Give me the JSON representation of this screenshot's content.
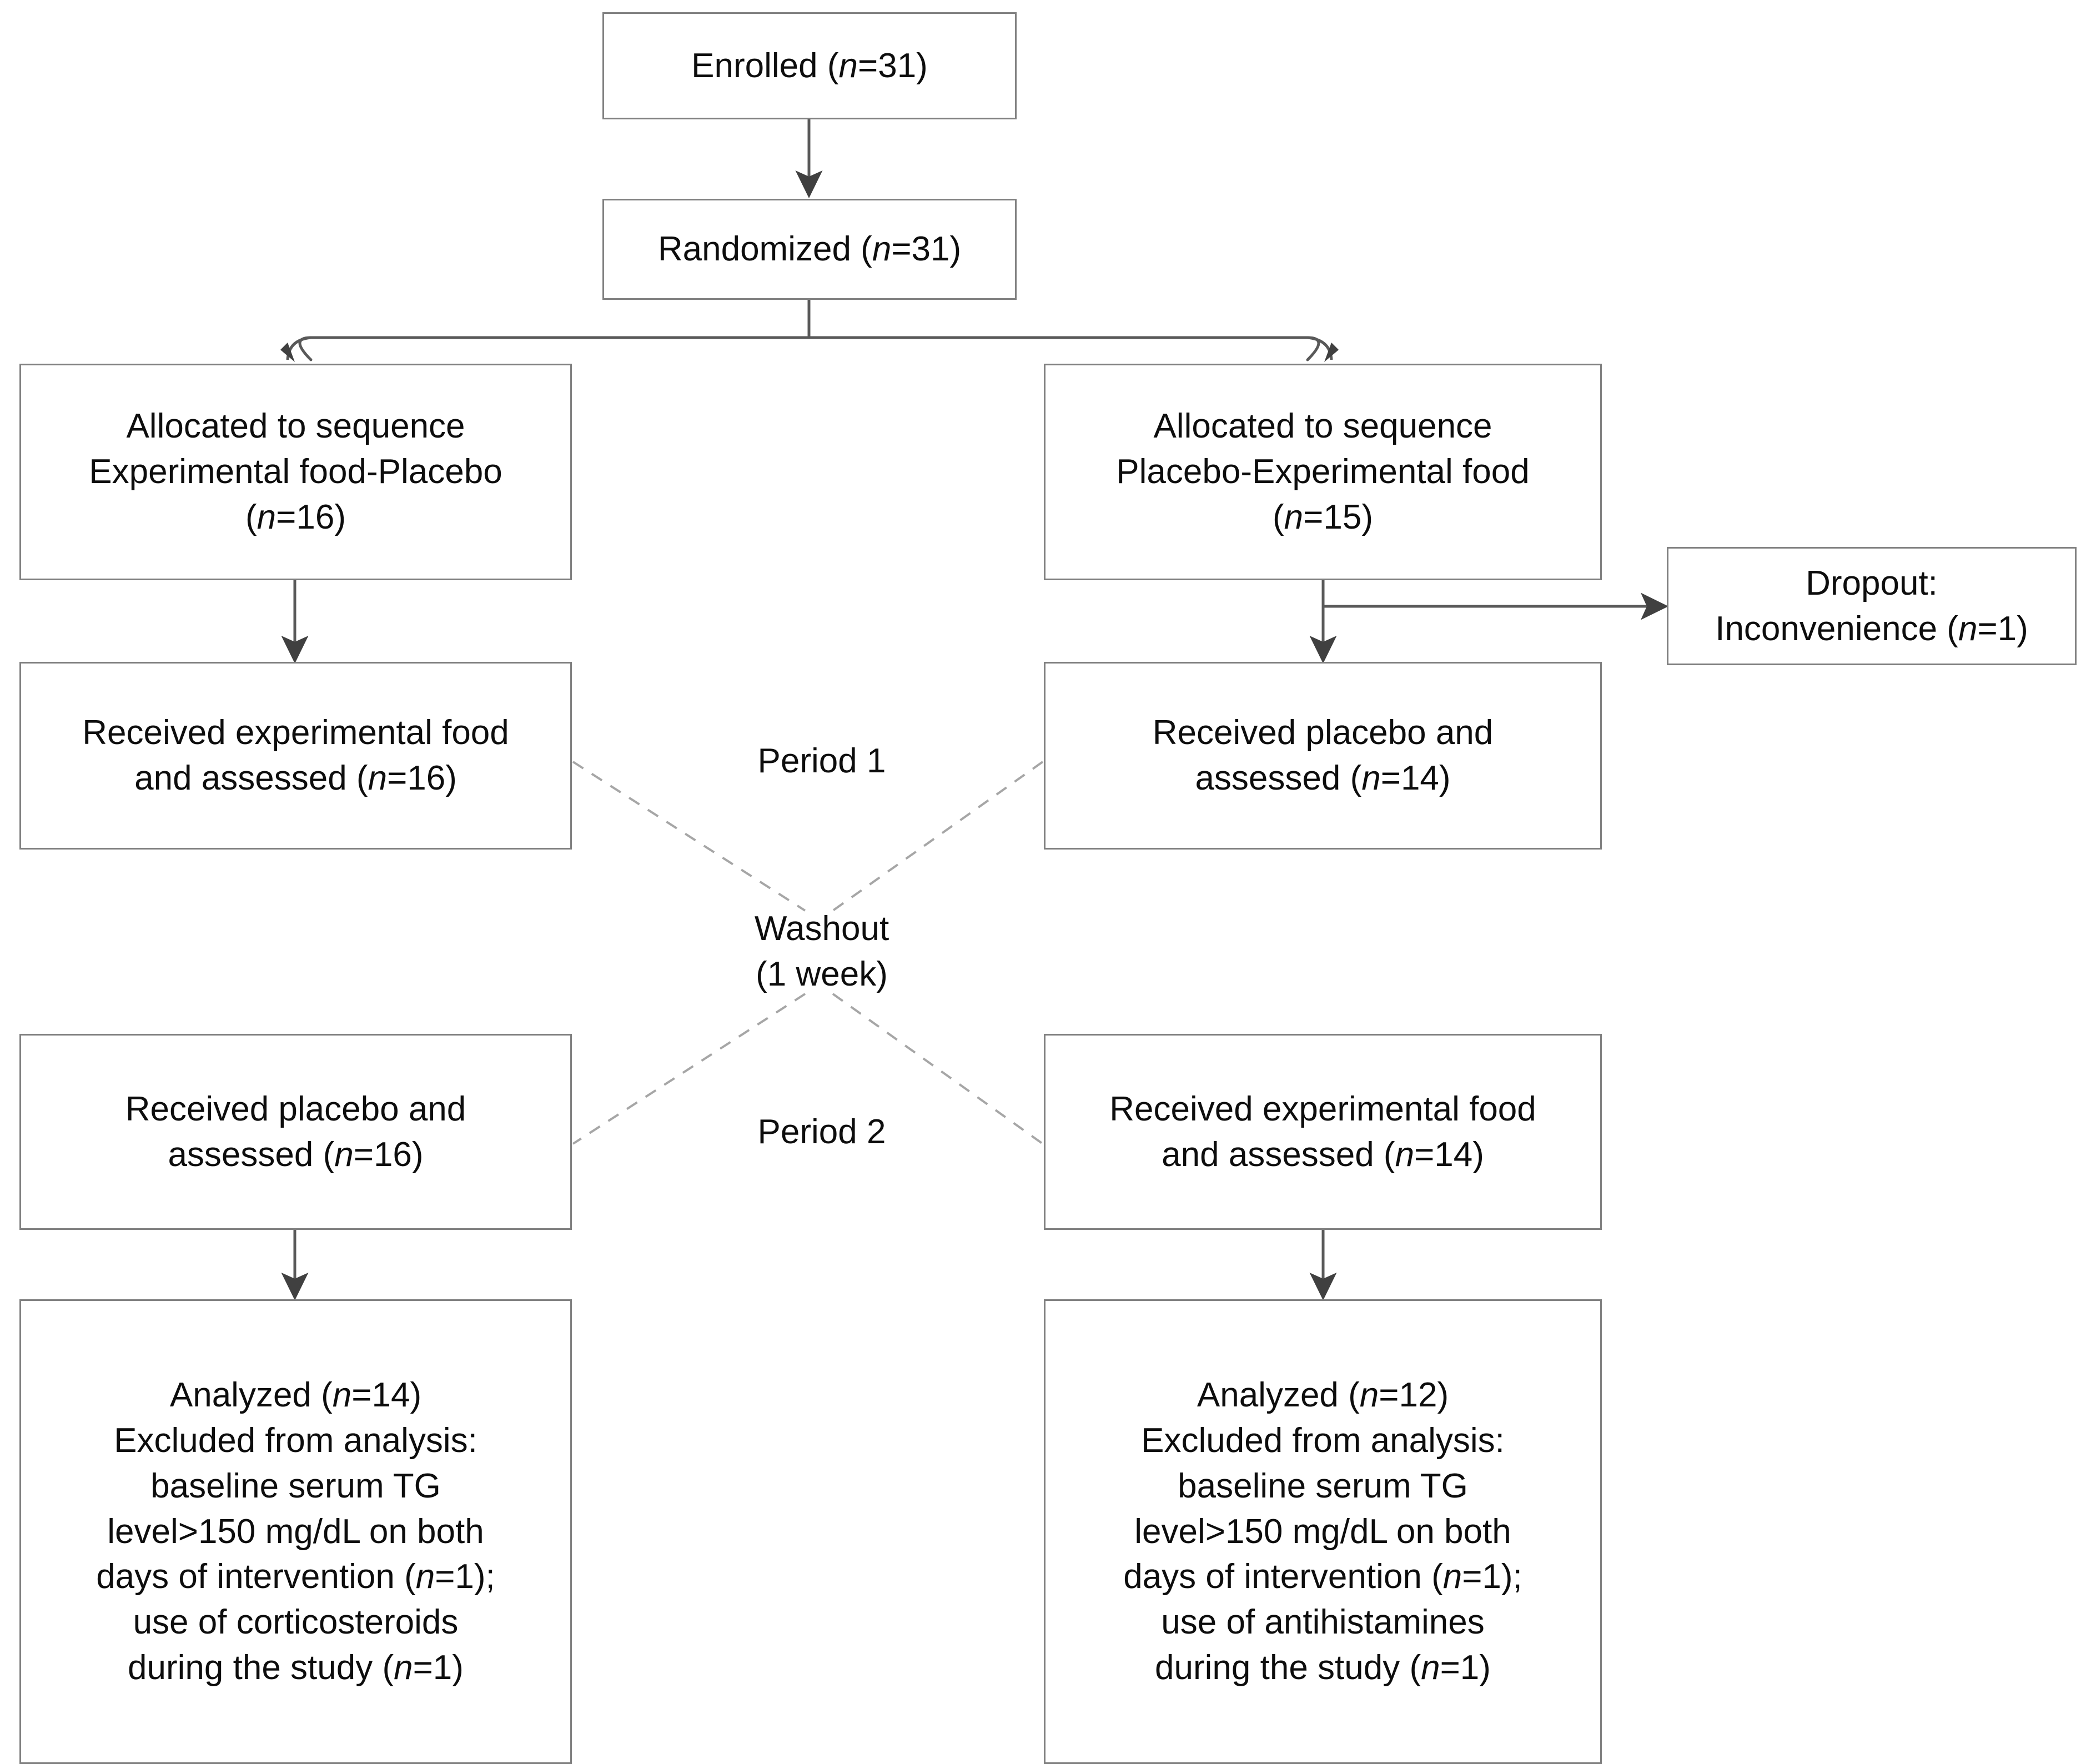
{
  "figure": {
    "kind": "CONSORT participant flow diagram",
    "style": {
      "box_border_color": "#808080",
      "text_color": "#0d0d0d",
      "connector_color": "#595959",
      "dashed_connector_color": "#a6a6a6",
      "background": "#ffffff"
    }
  },
  "nodes": {
    "enrolled": {
      "label": "Enrolled (n=31)",
      "n": 31
    },
    "randomized": {
      "label": "Randomized (n=31)",
      "n": 31
    },
    "alloc_left": {
      "label": "Allocated to sequence\nExperimental food-Placebo\n(n=16)",
      "n": 16
    },
    "alloc_right": {
      "label": "Allocated to sequence\nPlacebo-Experimental food\n(n=15)",
      "n": 15
    },
    "dropout": {
      "label": "Dropout:\nInconvenience (n=1)",
      "n": 1
    },
    "p1_left": {
      "label": "Received experimental food\nand assessed (n=16)",
      "n": 16
    },
    "p1_right": {
      "label": "Received placebo and\nassessed (n=14)",
      "n": 14
    },
    "p2_left": {
      "label": "Received placebo and\nassessed (n=16)",
      "n": 16
    },
    "p2_right": {
      "label": "Received experimental food\nand assessed (n=14)",
      "n": 14
    },
    "analyzed_left": {
      "label": "Analyzed (n=14)\nExcluded from analysis:\nbaseline serum TG\nlevel>150 mg/dL on both\ndays of intervention (n=1);\nuse of corticosteroids\nduring the study (n=1)",
      "n": 14
    },
    "analyzed_right": {
      "label": "Analyzed (n=12)\nExcluded from analysis:\nbaseline serum TG\nlevel>150 mg/dL on both\ndays of intervention (n=1);\nuse of antihistamines\nduring the study (n=1)",
      "n": 12
    }
  },
  "labels": {
    "period1": "Period 1",
    "period2": "Period 2",
    "washout": "Washout\n(1 week)"
  }
}
